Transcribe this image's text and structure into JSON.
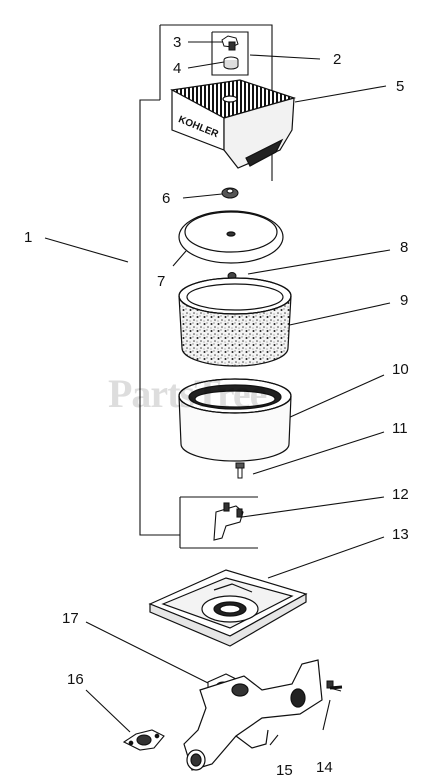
{
  "diagram": {
    "brand_on_cover": "KOHLER",
    "watermark": "PartsTree",
    "callouts": [
      "1",
      "2",
      "3",
      "4",
      "5",
      "6",
      "7",
      "8",
      "9",
      "10",
      "11",
      "12",
      "13",
      "14",
      "15",
      "16",
      "17"
    ]
  }
}
